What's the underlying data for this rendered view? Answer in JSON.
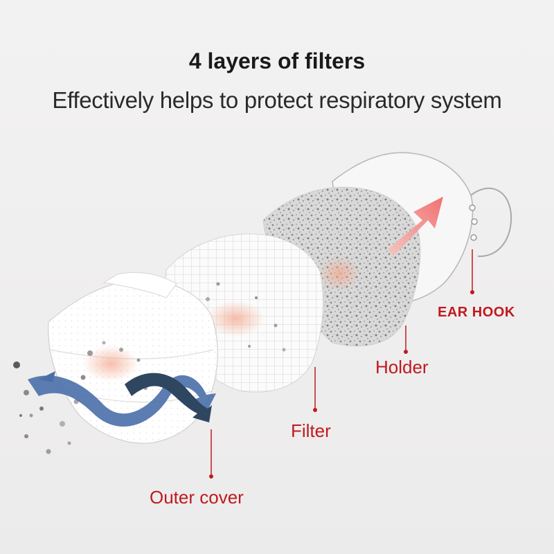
{
  "header": {
    "title": "4 layers of filters",
    "subtitle": "Effectively helps to protect respiratory system"
  },
  "layers": {
    "ear_hook": "EAR HOOK",
    "holder": "Holder",
    "filter": "Filter",
    "outer_cover": "Outer cover"
  },
  "colors": {
    "background": "#f0efef",
    "label_red": "#c0191e",
    "airflow_navy": "#2f4660",
    "airflow_blue": "#4a6fa8",
    "arrow_pink": "#f07a7a"
  }
}
